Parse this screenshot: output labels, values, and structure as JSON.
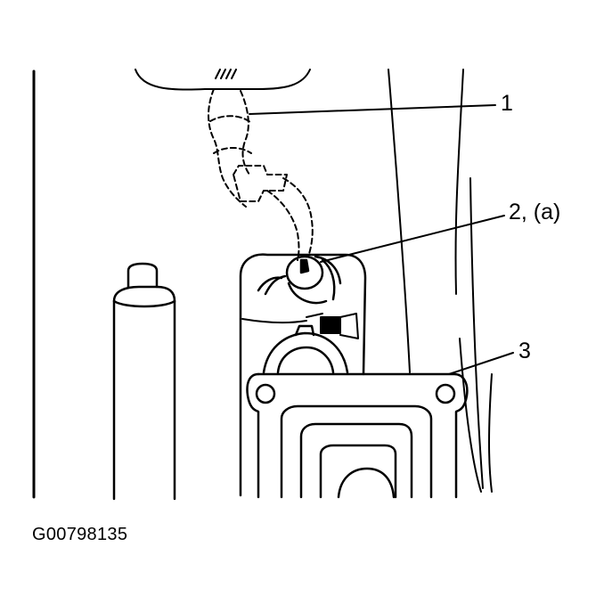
{
  "callouts": [
    {
      "label": "1"
    },
    {
      "label": "2, (a)"
    },
    {
      "label": "3"
    }
  ],
  "figure_id": "G00798135",
  "colors": {
    "ink": "#000000",
    "paper": "#ffffff"
  }
}
